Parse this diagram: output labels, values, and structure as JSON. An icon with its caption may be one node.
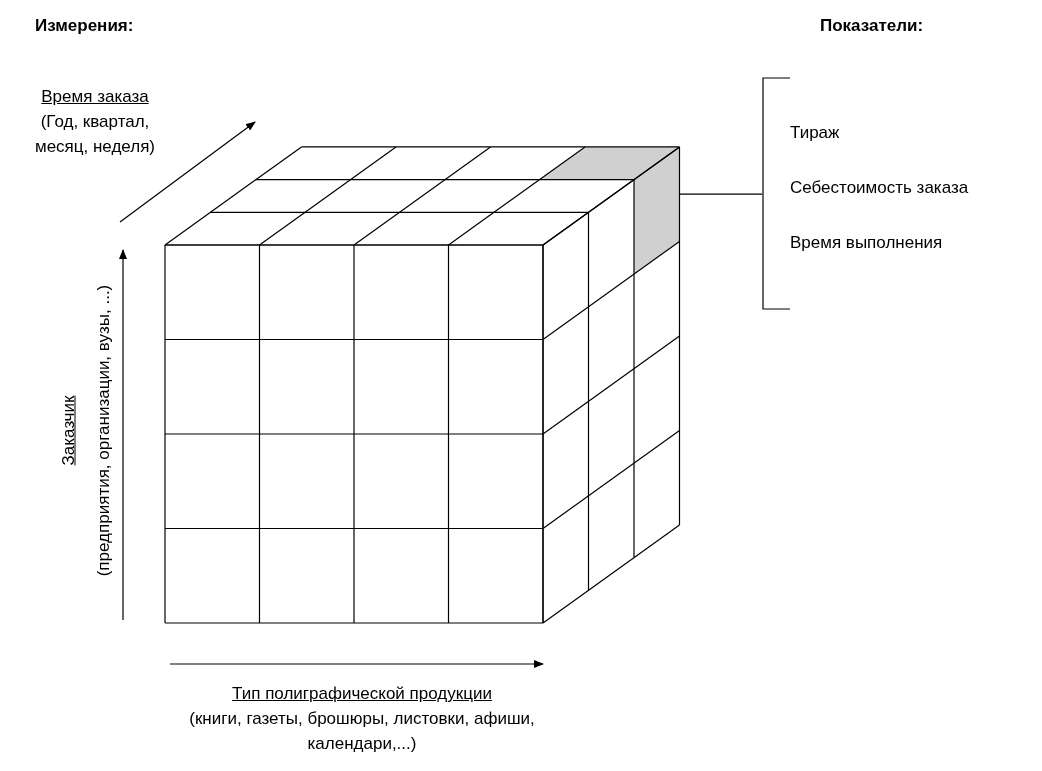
{
  "diagram": {
    "nodes": [
      {
        "text": [],
        "shape": "box"
      },
      {
        "text": [
          "Тираж",
          "Себестоимость заказа",
          "Время выполнения"
        ]
      }
    ],
    "edges": [
      {
        "from": 1,
        "to": 0,
        "arrow": "none"
      }
    ],
    "labels": [
      "Измерения:",
      "Показатели:",
      "Время заказа",
      "(Год, квартал, месяц, неделя)",
      "Заказчик",
      "(предприятия, организации, вузы, ...)",
      "Тип полиграфической продукции",
      "(книги, газеты, брошюры, листовки, афиши, календари,...)"
    ]
  }
}
